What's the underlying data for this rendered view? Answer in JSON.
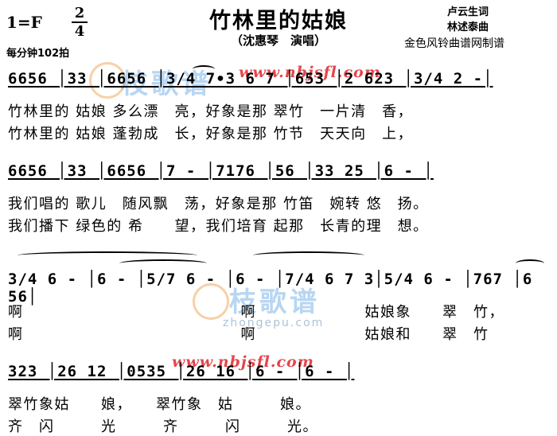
{
  "header": {
    "key": "1=F",
    "time_sig_top": "2",
    "time_sig_bottom": "4",
    "tempo": "每分钟102拍",
    "title": "竹林里的姑娘",
    "subtitle": "（沈惠琴　演唱）",
    "lyricist": "卢云生词",
    "composer": "林述泰曲",
    "publisher": "金色风铃曲谱网制谱"
  },
  "systems": [
    {
      "notes": "6656 │33 │6656 │3/4 7∙3  6 7 │653 │2 623 │3/4 2 -│",
      "lyrics": [
        "竹林里的 姑娘 多么漂　亮，好象是那 翠竹　一片清　香，",
        "竹林里的 姑娘 蓬勃成　长，好象是那 竹节　天天向　上，"
      ]
    },
    {
      "notes": "6656 │33 │6656 │7 - │7176 │56 │33 25 │6 - │",
      "lyrics": [
        "我们唱的 歌儿　随风飘　荡，好象是那 竹笛　婉转 悠　扬。",
        "我们播下 绿色的 希　　望，我们培育 起那　长青的理　想。"
      ]
    },
    {
      "notes": "3/4 6 - │6 - │5/7 6 - │6 - │7/4 6 7 3│5/4 6 - │767 │6 56│",
      "lyrics": [
        "啊　　　　　　　　　　　　　　啊　　　　　　　姑娘象　　翠　竹，",
        "啊　　　　　　　　　　　　　　啊　　　　　　　姑娘和　　翠　竹"
      ]
    },
    {
      "notes": "323 │26 12 │0535 │26 16 │6 - │6 - │",
      "lyrics": [
        "翠竹象姑　　娘，　　翠竹象　姑　　　娘。",
        "齐　闪　　　光　　　齐　　　闪　　　光。"
      ]
    }
  ],
  "watermarks": {
    "url_red": "www.nbjsfl.com",
    "brand_blue": "枝歌谱",
    "url_gray": "zhongepu.com"
  }
}
